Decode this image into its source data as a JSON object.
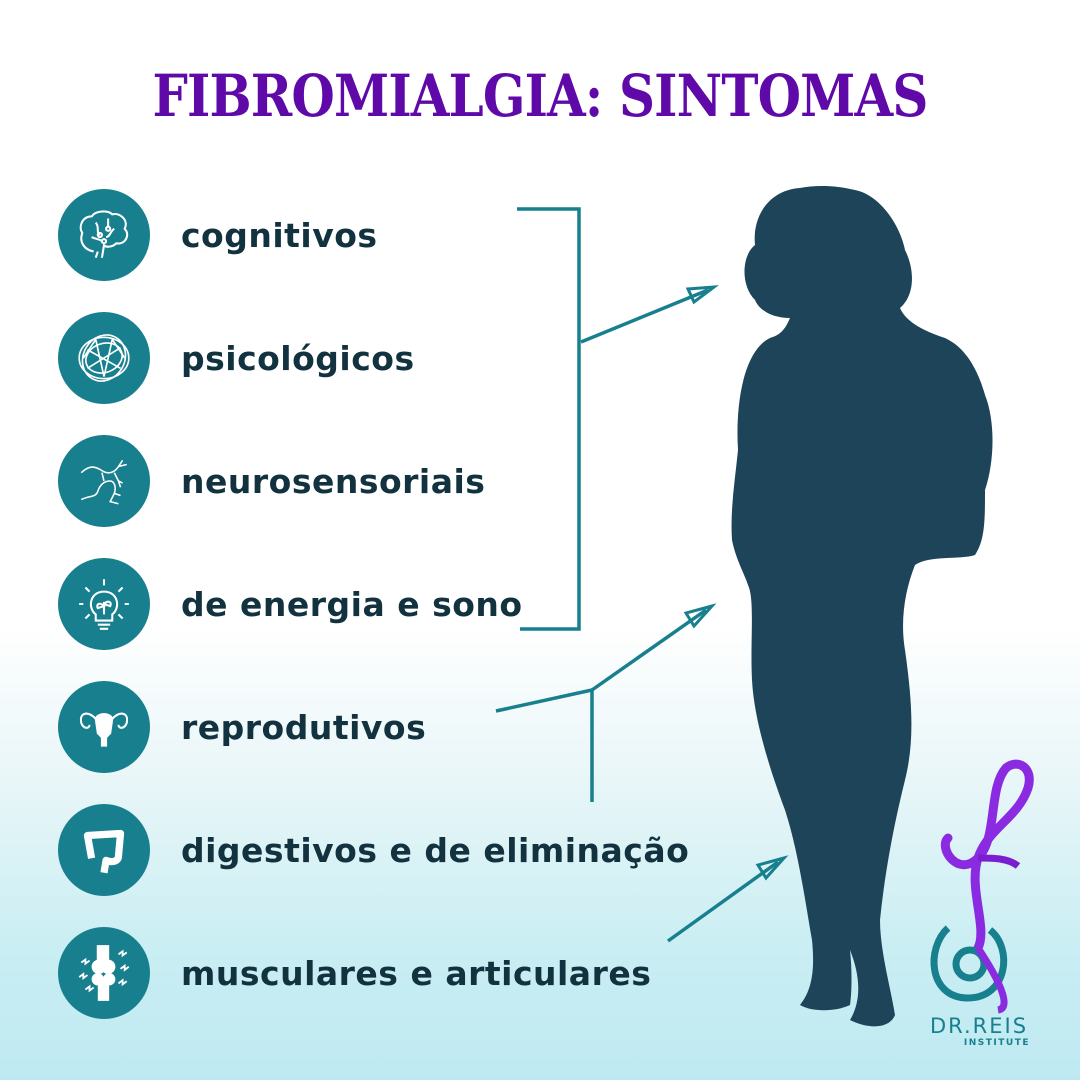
{
  "title": "FIBROMIALGIA: SINTOMAS",
  "colors": {
    "title": "#5f0aa8",
    "icon_bg": "#177f8e",
    "label_text": "#12323f",
    "lines": "#177f8e",
    "silhouette": "#1d4459",
    "ribbon": "#8a2be2"
  },
  "symptoms": [
    {
      "label": "cognitivos",
      "icon": "brain-icon"
    },
    {
      "label": "psicológicos",
      "icon": "tangled-scribble-icon"
    },
    {
      "label": "neurosensoriais",
      "icon": "nerve-branches-icon"
    },
    {
      "label": "de energia e sono",
      "icon": "lightbulb-plant-icon"
    },
    {
      "label": "reprodutivos",
      "icon": "uterus-icon"
    },
    {
      "label": "digestivos e de eliminação",
      "icon": "intestine-icon"
    },
    {
      "label": "musculares e articulares",
      "icon": "bone-joint-icon"
    }
  ],
  "logo": {
    "name": "DR.REIS",
    "sub": "INSTITUTE"
  }
}
